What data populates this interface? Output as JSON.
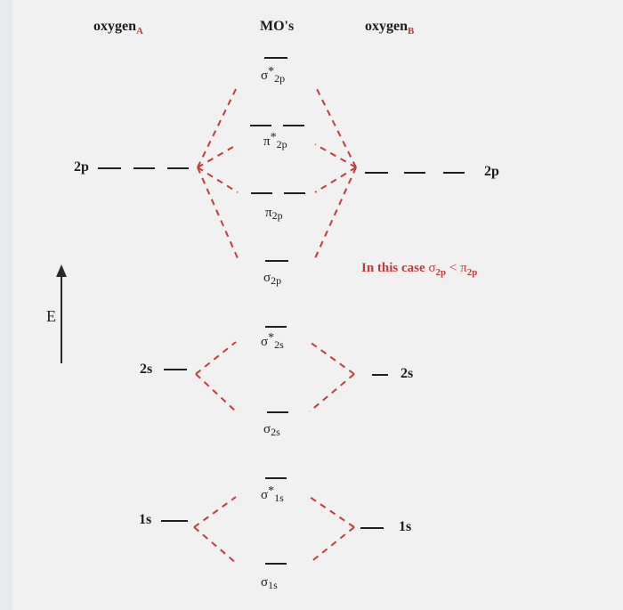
{
  "headers": {
    "left": {
      "main": "oxygen",
      "sub": "A"
    },
    "center": "MO's",
    "right": {
      "main": "oxygen",
      "sub": "B"
    }
  },
  "axis": {
    "label": "E"
  },
  "atomic_levels": {
    "left": [
      {
        "label": "2p",
        "orbitals": 3
      },
      {
        "label": "2s",
        "orbitals": 1
      },
      {
        "label": "1s",
        "orbitals": 1
      }
    ],
    "right": [
      {
        "label": "2p",
        "orbitals": 3
      },
      {
        "label": "2s",
        "orbitals": 1
      },
      {
        "label": "1s",
        "orbitals": 1
      }
    ]
  },
  "molecular_orbitals": [
    {
      "symbol": "σ",
      "star": "*",
      "sub": "2p",
      "degeneracy": 1
    },
    {
      "symbol": "π",
      "star": "*",
      "sub": "2p",
      "degeneracy": 2
    },
    {
      "symbol": "π",
      "star": "",
      "sub": "2p",
      "degeneracy": 2
    },
    {
      "symbol": "σ",
      "star": "",
      "sub": "2p",
      "degeneracy": 1
    },
    {
      "symbol": "σ",
      "star": "*",
      "sub": "2s",
      "degeneracy": 1
    },
    {
      "symbol": "σ",
      "star": "",
      "sub": "2s",
      "degeneracy": 1
    },
    {
      "symbol": "σ",
      "star": "*",
      "sub": "1s",
      "degeneracy": 1
    },
    {
      "symbol": "σ",
      "star": "",
      "sub": "1s",
      "degeneracy": 1
    }
  ],
  "note": {
    "prefix": "In this case",
    "left_symbol": "σ",
    "left_sub": "2p",
    "relation": "<",
    "right_symbol": "π",
    "right_sub": "2p"
  },
  "colors": {
    "correlation_lines": "#c43c3a",
    "note": "#c43c3a",
    "levels": "#1f1f1f",
    "background": "#f1f1f2"
  }
}
